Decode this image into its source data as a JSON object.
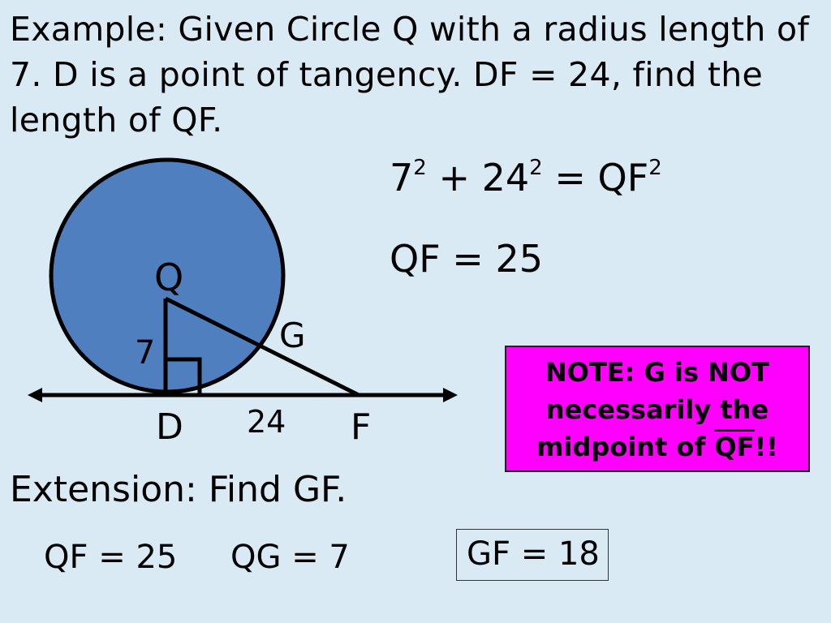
{
  "problem": {
    "text": "Example: Given Circle Q with a radius length of 7.  D is a point of tangency.  DF = 24, find the length of QF."
  },
  "diagram": {
    "labels": {
      "center": "Q",
      "tangent_point": "D",
      "external_point": "F",
      "intersection": "G",
      "radius_length": "7",
      "tangent_length": "24"
    },
    "colors": {
      "circle_fill": "#4f7fbe",
      "stroke": "#000000"
    }
  },
  "equations": {
    "pythag": {
      "a": "7",
      "a_exp": "2",
      "plus": " + ",
      "b": "24",
      "b_exp": "2",
      "eq": " = ",
      "c": "QF",
      "c_exp": "2"
    },
    "result": "QF = 25"
  },
  "note": {
    "line1": "NOTE:  G is NOT",
    "line2": "necessarily the",
    "line3_prefix": "midpoint of ",
    "segment": "QF",
    "line3_suffix": "!!",
    "color": "#ff00ff"
  },
  "extension": {
    "title": "Extension:  Find GF.",
    "qf": "QF = 25",
    "qg": "QG = 7",
    "answer": "GF = 18"
  }
}
